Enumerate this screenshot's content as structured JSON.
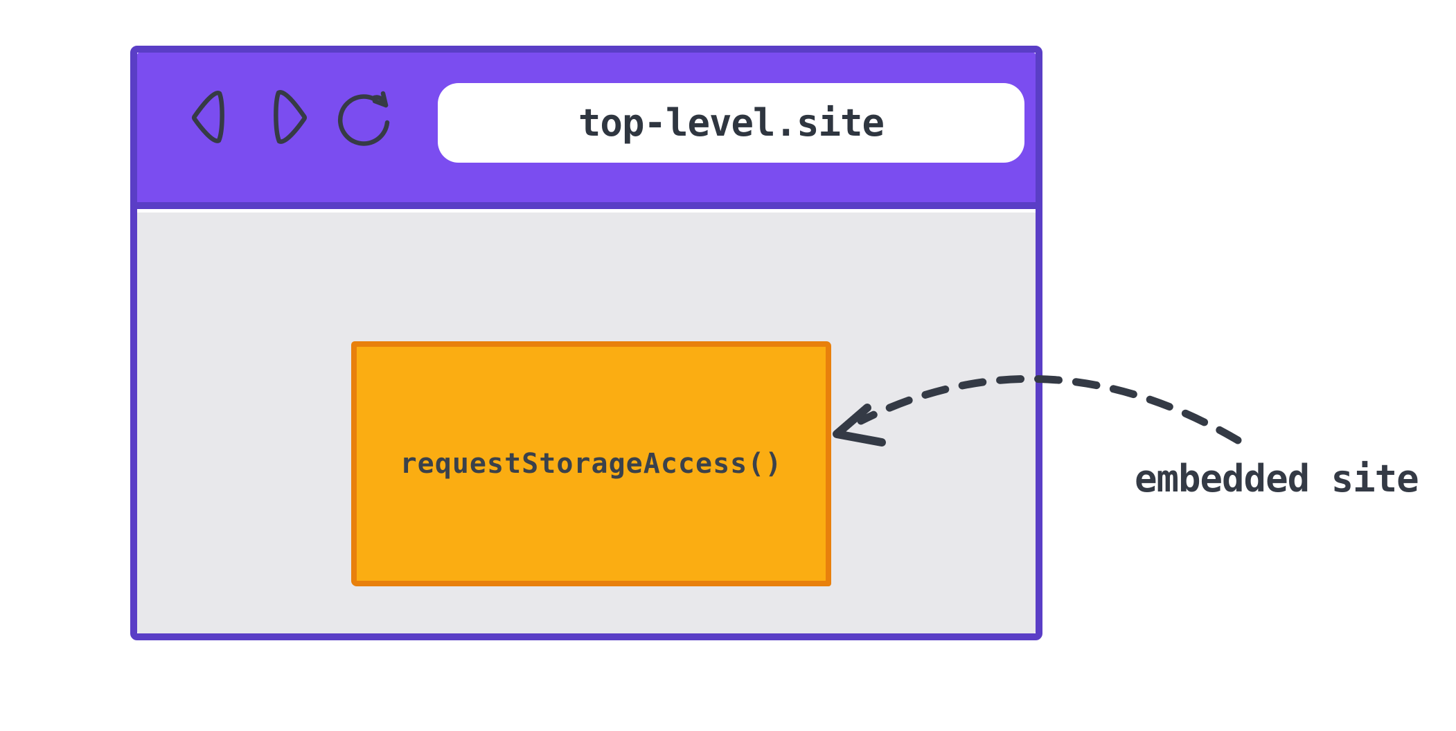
{
  "theme": {
    "purple_fill": "#7B4DF0",
    "purple_border": "#5A3EC6",
    "viewport_bg": "#E8E8EB",
    "urlbar_bg": "#FFFFFF",
    "iframe_fill": "#FBAD12",
    "iframe_border": "#E8800C",
    "ink": "#343A45",
    "canvas_bg": "#FFFFFF"
  },
  "browser": {
    "url": "top-level.site",
    "toolbar_icons": [
      {
        "name": "back-icon"
      },
      {
        "name": "forward-icon"
      },
      {
        "name": "reload-icon"
      }
    ]
  },
  "iframe": {
    "label": "requestStorageAccess()"
  },
  "annotation": {
    "label": "embedded site"
  }
}
